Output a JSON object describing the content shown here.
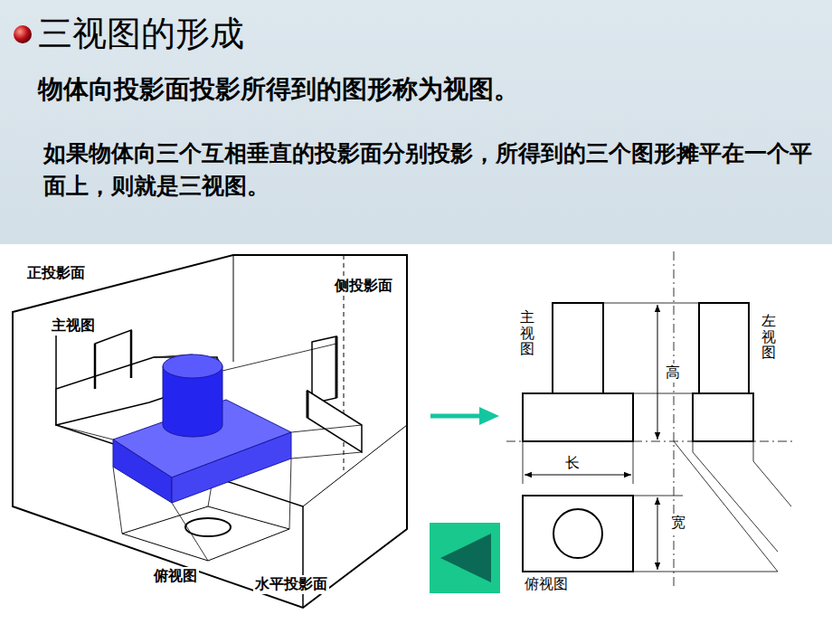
{
  "diagram": {
    "title": "三视图的形成",
    "labels": [
      "物体向投影面投影所得到的图形称为视图。",
      "如果物体向三个互相垂直的投影面分别投影，所得到的三个图形摊平在一个平面上，则就是三视图。",
      "正投影面",
      "侧投影面",
      "主视图",
      "俯视图",
      "水平投影面",
      "主视图",
      "左视图",
      "高",
      "长",
      "宽",
      "俯视图"
    ]
  }
}
